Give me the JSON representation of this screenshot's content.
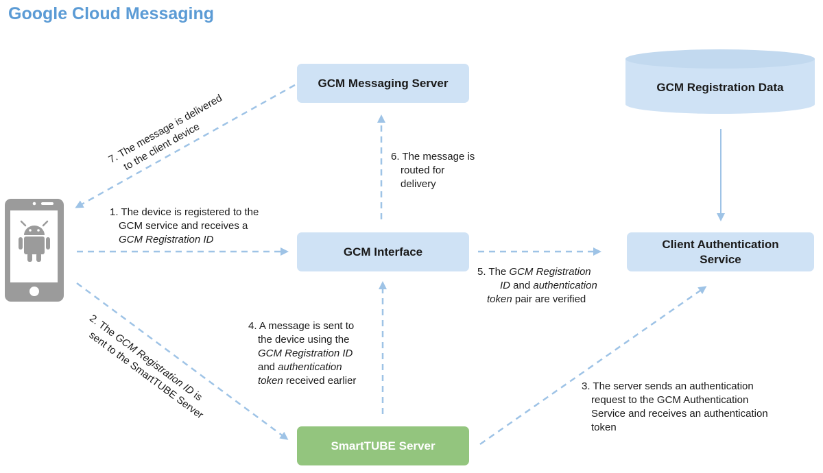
{
  "title": "Google Cloud Messaging",
  "colors": {
    "title": "#5b9bd5",
    "box_blue": "#cfe2f5",
    "box_green": "#93c57e",
    "arrow": "#9ec3e6",
    "phone": "#9b9b9b",
    "android": "#9b9b9b"
  },
  "nodes": {
    "messaging_server": "GCM Messaging Server",
    "registration_data": "GCM Registration Data",
    "interface": "GCM Interface",
    "client_auth": "Client Authentication Service",
    "smarttube_server": "SmartTUBE Server",
    "device_icon": "android-phone-icon"
  },
  "steps": {
    "s1": {
      "line1": "1. The device is registered to the",
      "line2": "GCM service and receives a",
      "line3_italic": "GCM Registration ID"
    },
    "s2": {
      "line1_a": "2. The ",
      "line1_italic": "GCM Registration ID",
      "line1_b": " is",
      "line2": "sent to the SmartTUBE Server"
    },
    "s3": {
      "line1": "3. The server sends an authentication",
      "line2": "request to the GCM Authentication",
      "line3": "Service and receives an authentication",
      "line4": "token"
    },
    "s4": {
      "line1": "4. A message is sent to",
      "line2": "the device using the",
      "line3_italic": "GCM Registration ID",
      "line4_a": "and ",
      "line4_italic": "authentication",
      "line5_italic": "token",
      "line5_b": " received earlier"
    },
    "s5": {
      "line1_a": "5. The ",
      "line1_italic": "GCM Registration",
      "line2_italic_a": "ID",
      "line2_b": " and ",
      "line2_italic_b": "authentication",
      "line3_italic": "token",
      "line3_b": " pair are verified"
    },
    "s6": {
      "line1": "6. The message is",
      "line2": "routed for",
      "line3": "delivery"
    },
    "s7": {
      "line1": "7. The message is delivered",
      "line2": "to the client device"
    }
  }
}
